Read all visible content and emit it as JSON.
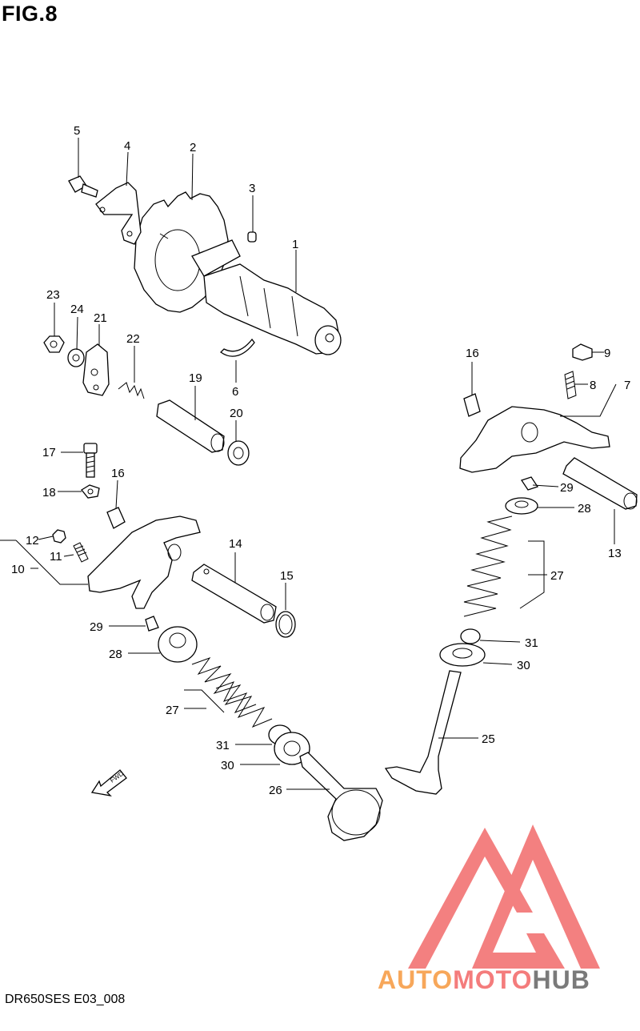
{
  "figure": {
    "title": "FIG.8",
    "footer_code": "DR650SES E03_008"
  },
  "fwd_label": "FWD",
  "callouts": [
    "1",
    "2",
    "3",
    "4",
    "5",
    "6",
    "7",
    "8",
    "9",
    "10",
    "11",
    "12",
    "13",
    "14",
    "15",
    "16",
    "16",
    "17",
    "18",
    "19",
    "20",
    "21",
    "22",
    "23",
    "24",
    "25",
    "26",
    "27",
    "27",
    "28",
    "28",
    "29",
    "29",
    "30",
    "30",
    "31",
    "31"
  ],
  "watermark": {
    "part1": "AUTO",
    "part2": "MOTO",
    "part3": "HUB",
    "colors": {
      "auto": "#f7a75a",
      "moto": "#f47c7c",
      "hub": "#7a7a7a",
      "mark": "#f04a4a"
    }
  }
}
